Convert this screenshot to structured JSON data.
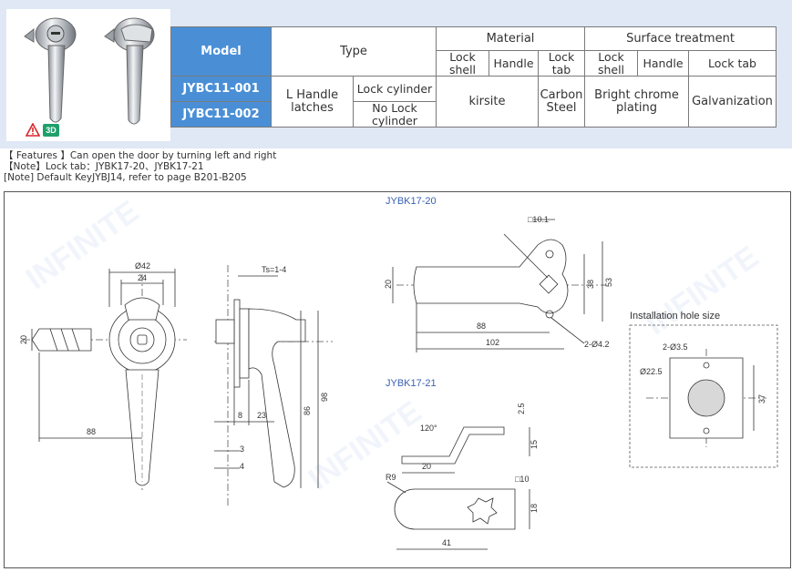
{
  "header": {
    "model_label": "Model",
    "type_label": "Type",
    "material_label": "Material",
    "surface_label": "Surface treatment",
    "sub_headers": [
      "Lock shell",
      "Handle",
      "Lock tab",
      "Lock shell",
      "Handle",
      "Lock tab"
    ]
  },
  "rows": {
    "models": [
      "JYBC11-001",
      "JYBC11-002"
    ],
    "type_main": "L Handle latches",
    "type_variants": [
      "Lock cylinder",
      "No Lock cylinder"
    ],
    "material_shell_handle": "kirsite",
    "material_tab": "Carbon Steel",
    "surface_shell_handle": "Bright chrome plating",
    "surface_tab": "Galvanization"
  },
  "badge": {
    "label": "3D"
  },
  "notes": [
    "【 Features 】Can open the door by turning left and right",
    "【Note】Lock tab：JYBK17-20、JYBK17-21",
    "[Note] Default KeyJYBJ14, refer to page B201-B205"
  ],
  "drawing": {
    "jybk1720_title": "JYBK17-20",
    "jybk1721_title": "JYBK17-21",
    "install_title": "Installation hole size",
    "dims": {
      "d42": "Ø42",
      "d24": "24",
      "d20a": "20",
      "d88a": "88",
      "ts": "Ts=1-4",
      "d8": "8",
      "d23": "23",
      "d86": "86",
      "d98": "98",
      "d3": "3",
      "d4": "4",
      "sq101": "□10.1",
      "d20b": "20",
      "d38": "38",
      "d53": "53",
      "d88b": "88",
      "d102": "102",
      "d42hole": "2-Ø4.2",
      "a120": "120°",
      "d25": "2.5",
      "d15": "15",
      "d20c": "20",
      "r9": "R9",
      "sq10": "□10",
      "d18": "18",
      "d41": "41",
      "h35": "2-Ø3.5",
      "d225": "Ø22.5",
      "d37": "37"
    }
  },
  "colors": {
    "blue_cell": "#4a8fd6",
    "band": "#dfe8f4",
    "title_blue": "#3a62b0",
    "badge_green": "#1fa06a",
    "warn_red": "#d9262b"
  }
}
